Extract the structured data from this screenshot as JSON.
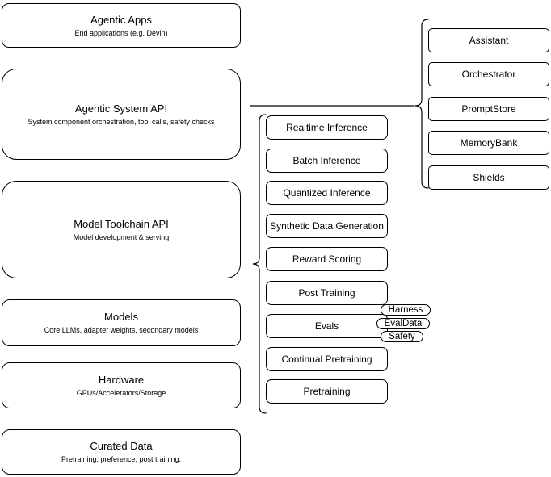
{
  "layers": [
    {
      "title": "Agentic Apps",
      "subtitle": "End applications (e.g. Devin)"
    },
    {
      "title": "Agentic System API",
      "subtitle": "System component orchestration, tool calls, safety checks"
    },
    {
      "title": "Model Toolchain API",
      "subtitle": "Model development & serving"
    },
    {
      "title": "Models",
      "subtitle": "Core LLMs, adapter weights, secondary models"
    },
    {
      "title": "Hardware",
      "subtitle": "GPUs/Accelerators/Storage"
    },
    {
      "title": "Curated Data",
      "subtitle": "Pretraining, preference, post training."
    }
  ],
  "toolchain_services": [
    "Realtime Inference",
    "Batch Inference",
    "Quantized Inference",
    "Synthetic Data Generation",
    "Reward Scoring",
    "Post Training",
    "Evals",
    "Continual Pretraining",
    "Pretraining"
  ],
  "evals_pills": [
    "Harness",
    "EvalData",
    "Safety"
  ],
  "system_components": [
    "Assistant",
    "Orchestrator",
    "PromptStore",
    "MemoryBank",
    "Shields"
  ],
  "colors": {
    "stroke": "#000000",
    "fill": "#ffffff",
    "text": "#000000"
  }
}
